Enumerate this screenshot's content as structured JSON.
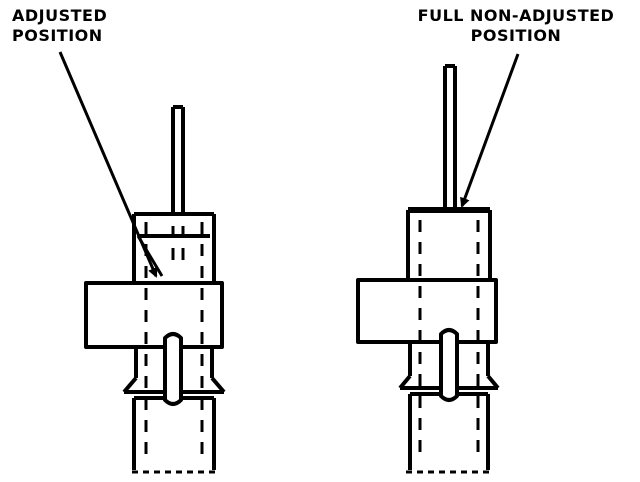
{
  "labels": {
    "adjusted": [
      "ADJUSTED",
      "POSITION"
    ],
    "non_adjusted": [
      "FULL NON-ADJUSTED",
      "POSITION"
    ]
  },
  "colors": {
    "ink": "#000000",
    "paper": "#ffffff"
  }
}
